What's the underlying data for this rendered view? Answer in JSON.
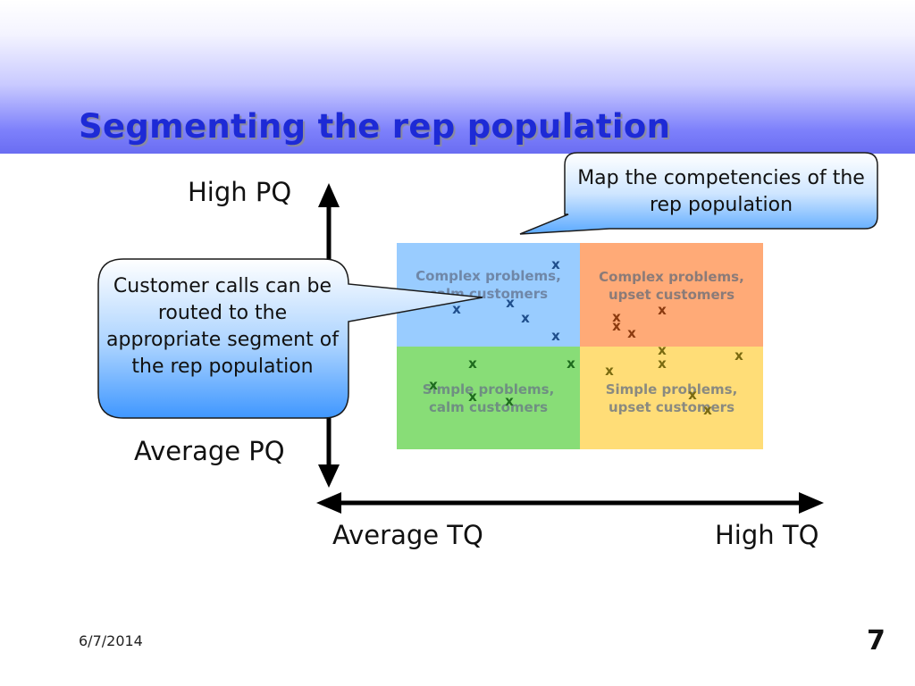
{
  "slide": {
    "title": "Segmenting the rep population",
    "date": "6/7/2014",
    "page_number": "7"
  },
  "axes": {
    "y_top": "High PQ",
    "y_bottom": "Average PQ",
    "x_left": "Average TQ",
    "x_right": "High TQ"
  },
  "quadrants": {
    "top_left": "Complex problems, calm customers",
    "top_right": "Complex problems, upset customers",
    "bottom_left": "Simple problems, calm customers",
    "bottom_right": "Simple problems, upset customers"
  },
  "callouts": {
    "left": "Customer calls can be routed to the appropriate segment of the rep population",
    "top": "Map the competencies of the rep population"
  },
  "marker_symbol": "x",
  "colors": {
    "title": "#1d2ad6",
    "quad_top_left": "#99ccff",
    "quad_top_right": "#ffaa77",
    "quad_bottom_left": "#88dd77",
    "quad_bottom_right": "#ffdd77",
    "marker_blue": "#1f4e8c",
    "marker_brown": "#8b3a0f",
    "marker_green": "#1e6b1e",
    "marker_olive": "#7a6a10",
    "callout_fill": "#4da3ff"
  }
}
